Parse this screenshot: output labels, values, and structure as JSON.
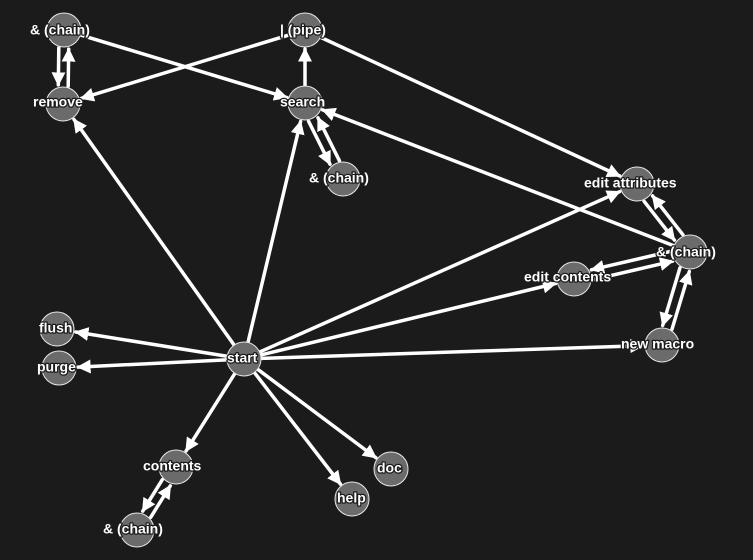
{
  "colors": {
    "background": "#1b1b1b",
    "node_fill": "#6b6b6b",
    "node_stroke": "#e8e8e8",
    "edge": "#ffffff",
    "label": "#ffffff"
  },
  "nodes": [
    {
      "id": "amp1",
      "label": "& (chain)"
    },
    {
      "id": "pipe",
      "label": "| (pipe)"
    },
    {
      "id": "remove",
      "label": "remove"
    },
    {
      "id": "search",
      "label": "search"
    },
    {
      "id": "amp2",
      "label": "& (chain)"
    },
    {
      "id": "editattr",
      "label": "edit attributes"
    },
    {
      "id": "amp3",
      "label": "& (chain)"
    },
    {
      "id": "editcont",
      "label": "edit contents"
    },
    {
      "id": "newmacro",
      "label": "new macro"
    },
    {
      "id": "flush",
      "label": "flush"
    },
    {
      "id": "purge",
      "label": "purge"
    },
    {
      "id": "start",
      "label": "start"
    },
    {
      "id": "contents",
      "label": "contents"
    },
    {
      "id": "amp4",
      "label": "& (chain)"
    },
    {
      "id": "doc",
      "label": "doc"
    },
    {
      "id": "help",
      "label": "help"
    }
  ],
  "edges": [
    {
      "from": "amp1",
      "to": "remove"
    },
    {
      "from": "remove",
      "to": "amp1"
    },
    {
      "from": "amp1",
      "to": "search"
    },
    {
      "from": "pipe",
      "to": "remove"
    },
    {
      "from": "search",
      "to": "pipe"
    },
    {
      "from": "pipe",
      "to": "editattr"
    },
    {
      "from": "search",
      "to": "amp2"
    },
    {
      "from": "amp2",
      "to": "search"
    },
    {
      "from": "amp3",
      "to": "search"
    },
    {
      "from": "editattr",
      "to": "amp3"
    },
    {
      "from": "amp3",
      "to": "editattr"
    },
    {
      "from": "amp3",
      "to": "editcont"
    },
    {
      "from": "editcont",
      "to": "amp3"
    },
    {
      "from": "amp3",
      "to": "newmacro"
    },
    {
      "from": "newmacro",
      "to": "amp3"
    },
    {
      "from": "start",
      "to": "remove"
    },
    {
      "from": "start",
      "to": "search"
    },
    {
      "from": "start",
      "to": "editattr"
    },
    {
      "from": "start",
      "to": "editcont"
    },
    {
      "from": "start",
      "to": "newmacro"
    },
    {
      "from": "start",
      "to": "flush"
    },
    {
      "from": "start",
      "to": "purge"
    },
    {
      "from": "start",
      "to": "contents"
    },
    {
      "from": "start",
      "to": "doc"
    },
    {
      "from": "start",
      "to": "help"
    },
    {
      "from": "contents",
      "to": "amp4"
    },
    {
      "from": "amp4",
      "to": "contents"
    }
  ]
}
